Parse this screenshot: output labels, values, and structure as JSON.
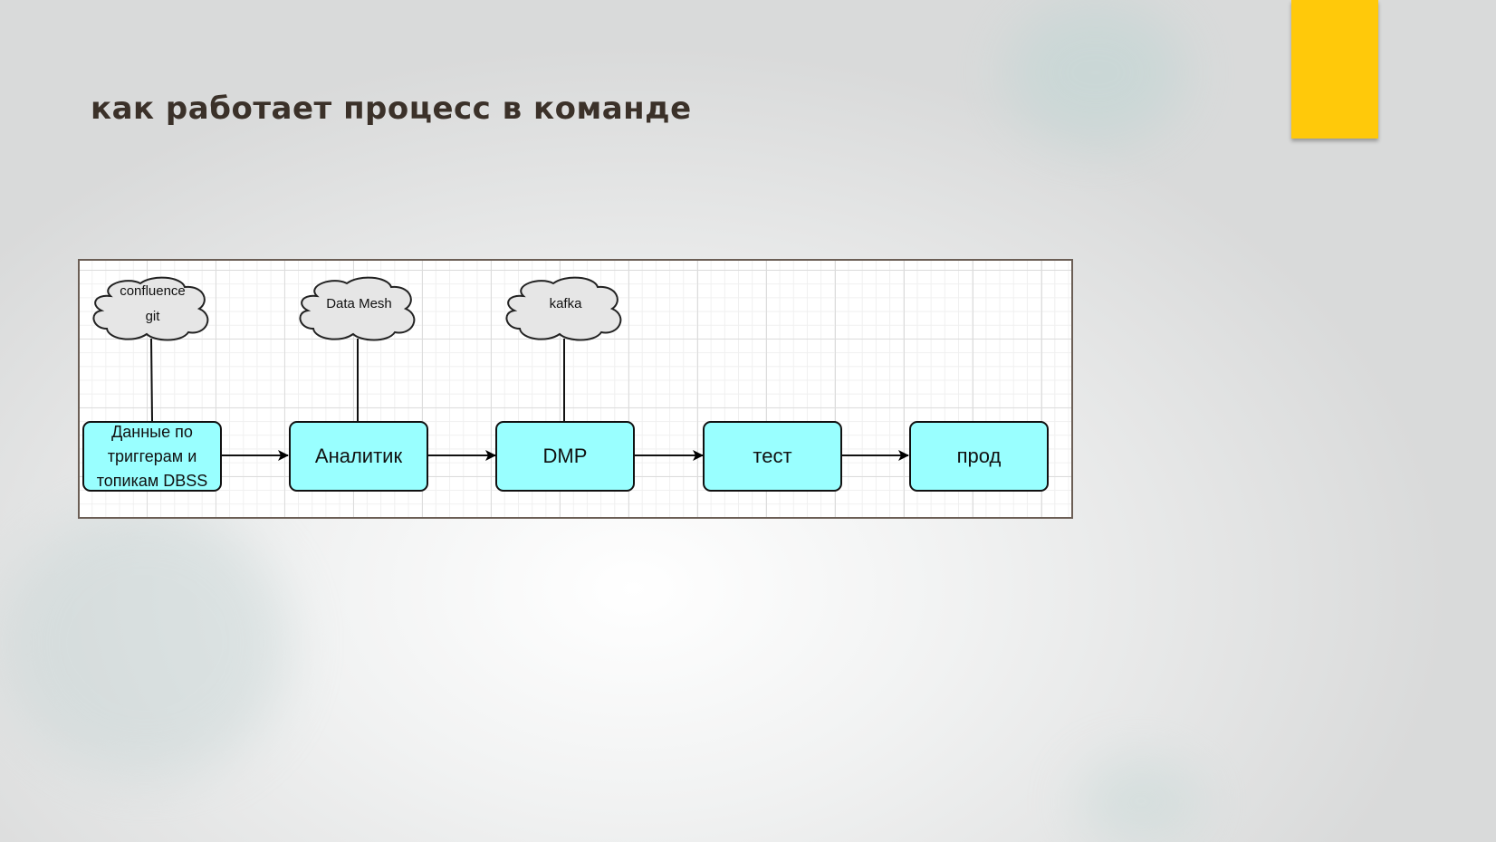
{
  "slide": {
    "title": "как работает процесс в команде",
    "accent_color": "#ffc90a"
  },
  "diagram": {
    "clouds": [
      {
        "lines": [
          "confluence",
          "git"
        ]
      },
      {
        "lines": [
          "Data Mesh"
        ]
      },
      {
        "lines": [
          "kafka"
        ]
      }
    ],
    "nodes": [
      {
        "label": "Данные по триггерам и топикам DBSS"
      },
      {
        "label": "Аналитик"
      },
      {
        "label": "DMP"
      },
      {
        "label": "тест"
      },
      {
        "label": "прод"
      }
    ],
    "node_color": "#99ffff",
    "cloud_color": "#e6e6e6"
  }
}
